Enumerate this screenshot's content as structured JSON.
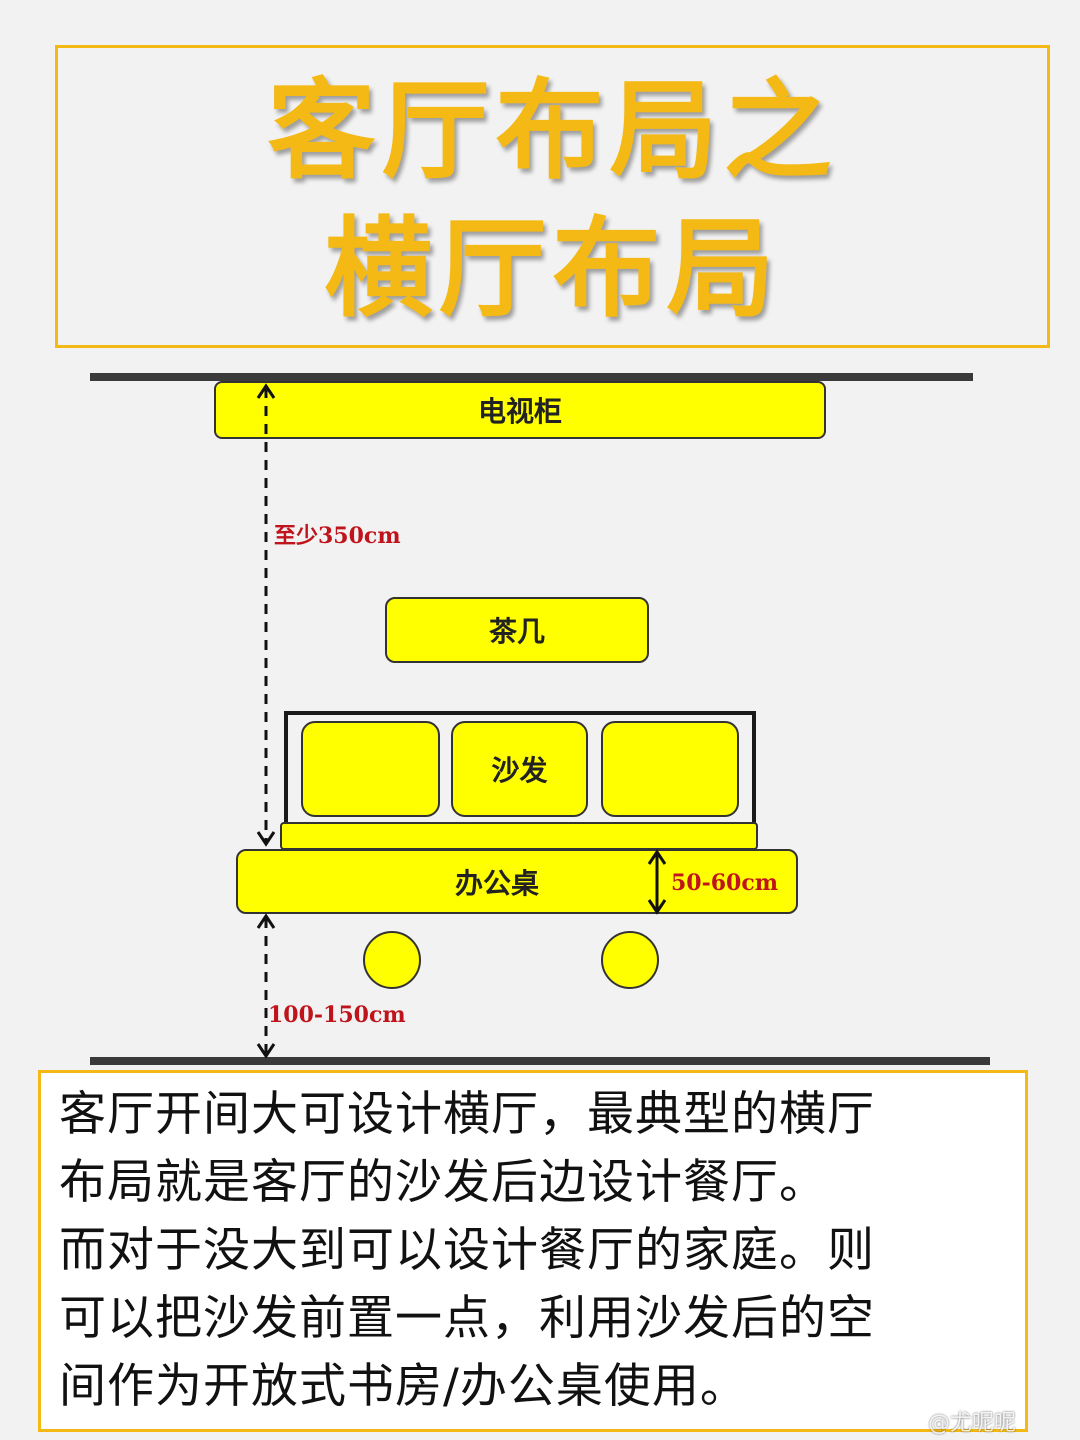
{
  "title": {
    "line1": "客厅布局之",
    "line2": "横厅布局"
  },
  "furniture": {
    "tv_cabinet": "电视柜",
    "coffee_table": "茶几",
    "sofa": "沙发",
    "desk": "办公桌"
  },
  "dimensions": {
    "tv_to_desk": "至少350cm",
    "desk_depth": "50-60cm",
    "desk_to_wall": "100-150cm"
  },
  "description": "客厅开间大可设计横厅，最典型的横厅\n布局就是客厅的沙发后边设计餐厅。\n而对于没大到可以设计餐厅的家庭。则\n可以把沙发前置一点，利用沙发后的空\n间作为开放式书房/办公桌使用。",
  "watermark": "@尤呢呢",
  "colors": {
    "title": "#f4b915",
    "furniture": "#ffff00",
    "dimension_text": "#c0141c",
    "wall": "#3a3a3a"
  }
}
